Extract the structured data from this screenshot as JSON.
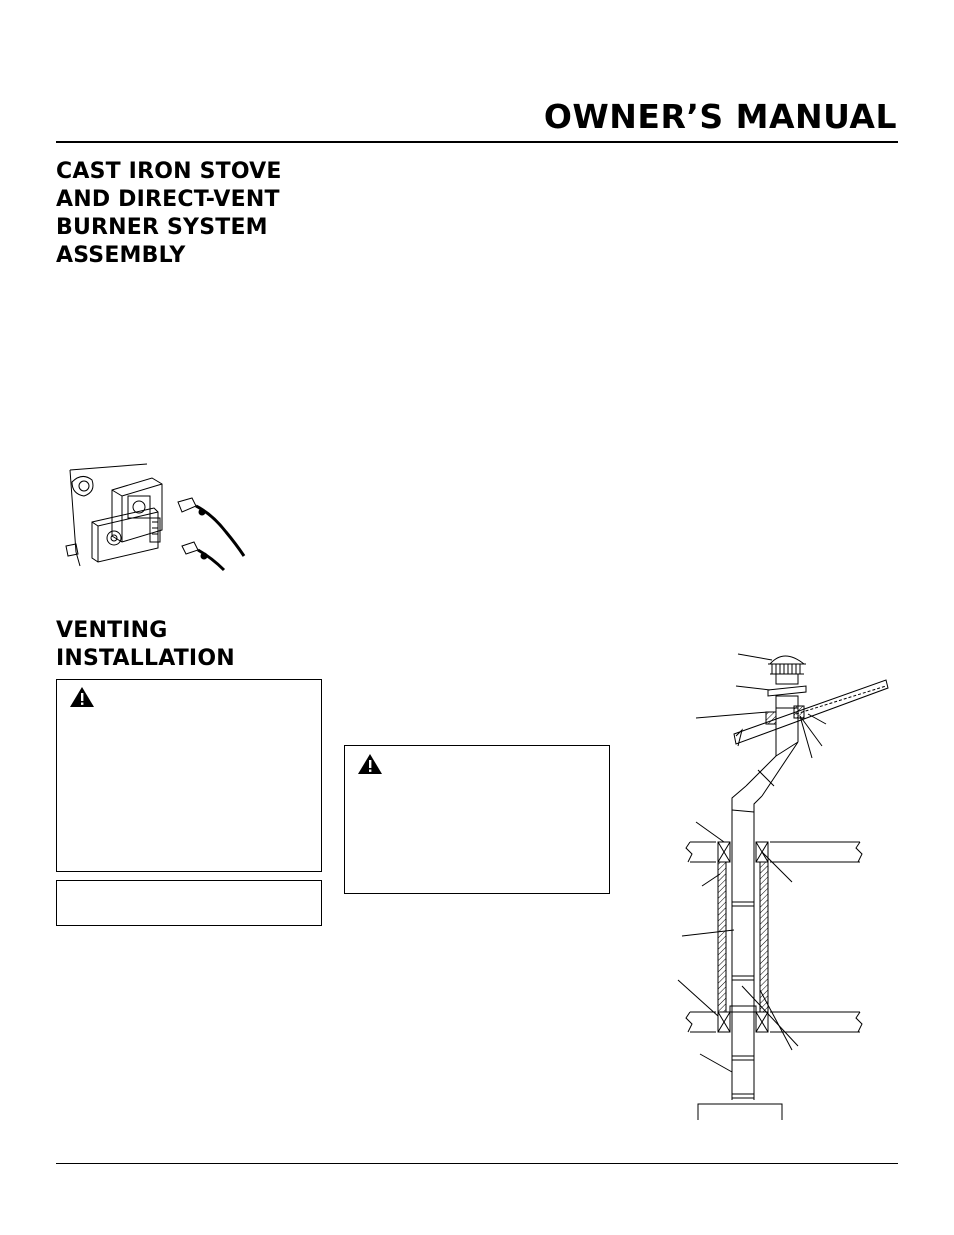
{
  "header": {
    "title": "OWNER’S MANUAL"
  },
  "sections": {
    "assembly": {
      "heading_lines": [
        "CAST IRON STOVE",
        "AND DIRECT-VENT",
        "BURNER SYSTEM",
        "ASSEMBLY"
      ]
    },
    "venting": {
      "heading_lines": [
        "VENTING",
        "INSTALLATION"
      ]
    }
  },
  "icons": {
    "warning": "warning-triangle-icon"
  },
  "colors": {
    "ink": "#000000",
    "paper": "#ffffff"
  }
}
